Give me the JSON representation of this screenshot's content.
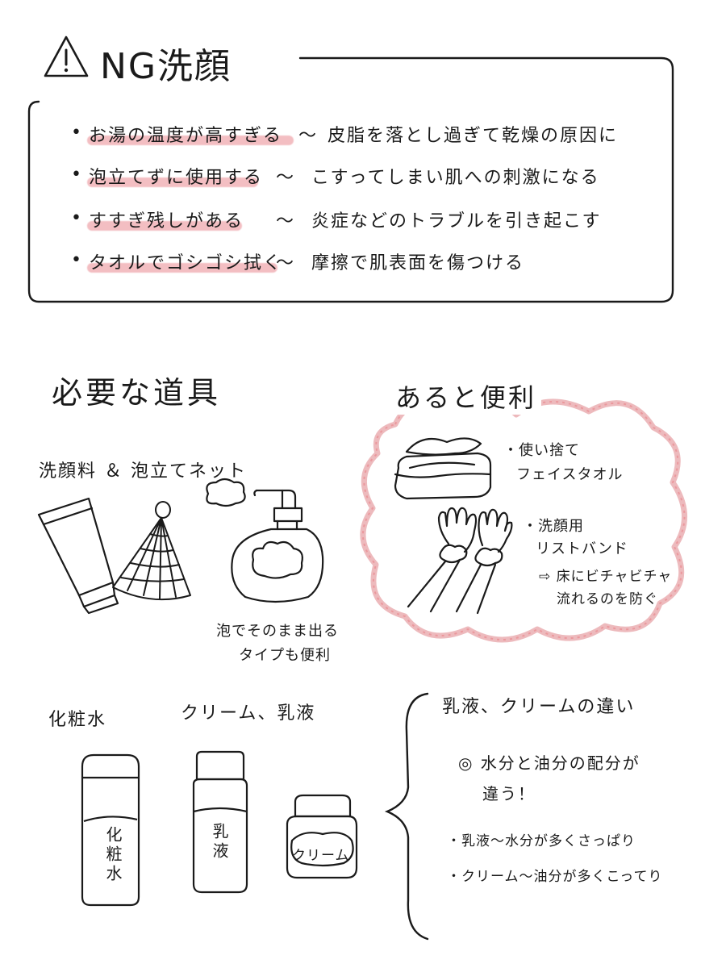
{
  "ng": {
    "title": "NG洗顔",
    "items": [
      {
        "issue": "お湯の温度が高すぎる",
        "result": "皮脂を落とし過ぎて乾燥の原因に"
      },
      {
        "issue": "泡立てずに使用する",
        "result": "こすってしまい肌への刺激になる"
      },
      {
        "issue": "すすぎ残しがある",
        "result": "炎症などのトラブルを引き起こす"
      },
      {
        "issue": "タオルでゴシゴシ拭く",
        "result": "摩擦で肌表面を傷つける"
      }
    ],
    "tilde": "～"
  },
  "tools": {
    "title": "必要な道具",
    "cleanser_label": "洗顔料 ＆ 泡立てネット",
    "foam_note_line1": "泡でそのまま出る",
    "foam_note_line2": "タイプも便利",
    "toner_label": "化粧水",
    "cream_label": "クリーム、乳液",
    "toner_bottle_text": "化粧水",
    "milk_bottle_text": "乳液",
    "cream_jar_text": "クリーム"
  },
  "handy": {
    "title": "あると便利",
    "item1_line1": "・使い捨て",
    "item1_line2": "フェイスタオル",
    "item2_line1": "・洗顔用",
    "item2_line2": "リストバンド",
    "item2_note_line1": "⇨ 床にビチャビチャ",
    "item2_note_line2": "流れるのを防ぐ"
  },
  "diff": {
    "title": "乳液、クリームの違い",
    "point_line1": "◎ 水分と油分の配分が",
    "point_line2": "違う！",
    "milk_note": "・乳液～水分が多くさっぱり",
    "cream_note": "・クリーム～油分が多くこってり"
  }
}
